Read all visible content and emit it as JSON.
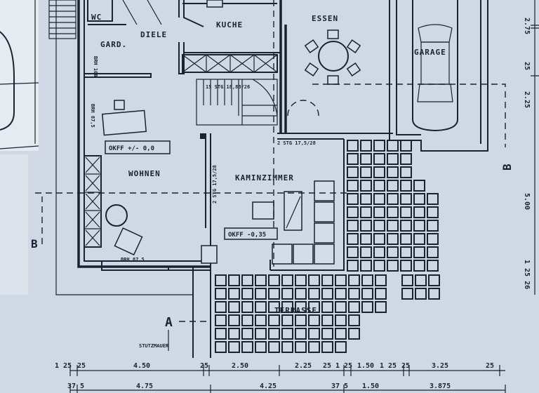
{
  "rooms": {
    "wc": "WC",
    "diele": "DIELE",
    "gard": "GARD.",
    "kuche": "KUCHE",
    "essen": "ESSEN",
    "garage": "GARAGE",
    "wohnen": "WOHNEN",
    "kaminzimmer": "KAMINZIMMER",
    "terrasse": "TERRASSE"
  },
  "annotations": {
    "okff_wohnen": "OKFF +/- 0,0",
    "okff_kamin": "OKFF -0,35",
    "stair_main": "15 STG 18,83/26",
    "stair_essen": "2 STG 17,5/28",
    "stair_kamin": "2 STG 17,5/28",
    "brh_100": "BRH 100",
    "brh_875_left": "BRH 87,5",
    "brh_875_bottom": "BRH 87,5",
    "stutzmauer": "STUTZMAUER",
    "section_a": "A",
    "section_b_left": "B",
    "section_b_right": "B"
  },
  "dimensions": {
    "bottom_row1": [
      "1 25",
      "25",
      "4.50",
      "25",
      "2.50",
      "2.25",
      "25",
      "1 25",
      "1.50",
      "1 25",
      "25",
      "3.25",
      "25"
    ],
    "bottom_row2": [
      "37 5",
      "4.75",
      "4.25",
      "37 5",
      "1.50",
      "3.875"
    ],
    "right": [
      "2.75",
      "25",
      "2.25",
      "5.00",
      "1 25 26"
    ]
  },
  "colors": {
    "paper": "#cfd8e4",
    "ink": "#1a2130"
  }
}
